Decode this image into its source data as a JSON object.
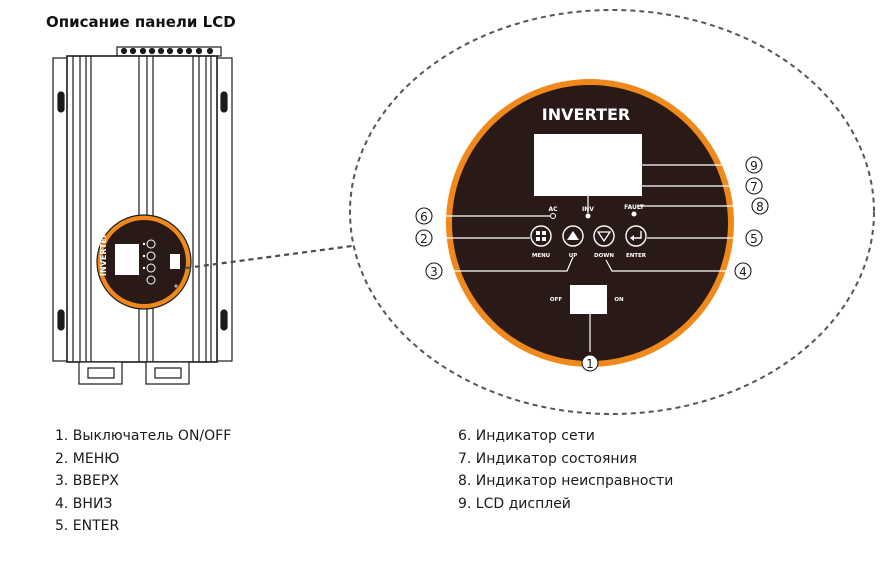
{
  "title": "Описание панели LCD",
  "panel": {
    "brand": "INVERTER",
    "labels": {
      "ac": "AC",
      "inv": "INV",
      "fault": "FAULT",
      "menu": "MENU",
      "up": "UP",
      "down": "DOWN",
      "enter": "ENTER",
      "off": "OFF",
      "on": "ON"
    }
  },
  "callouts": [
    "1",
    "2",
    "3",
    "4",
    "5",
    "6",
    "7",
    "8",
    "9"
  ],
  "legend_left": [
    "1. Выключатель ON/OFF",
    "2. МЕНЮ",
    "3. ВВЕРХ",
    "4.  ВНИЗ",
    "5. ENTER"
  ],
  "legend_right": [
    "6. Индикатор сети",
    "7. Индикатор состояния",
    "8. Индикатор неисправности",
    "9. LCD дисплей"
  ],
  "colors": {
    "ring": "#f0891c",
    "face": "#2a1a17",
    "body_stroke": "#1b1b1b"
  }
}
